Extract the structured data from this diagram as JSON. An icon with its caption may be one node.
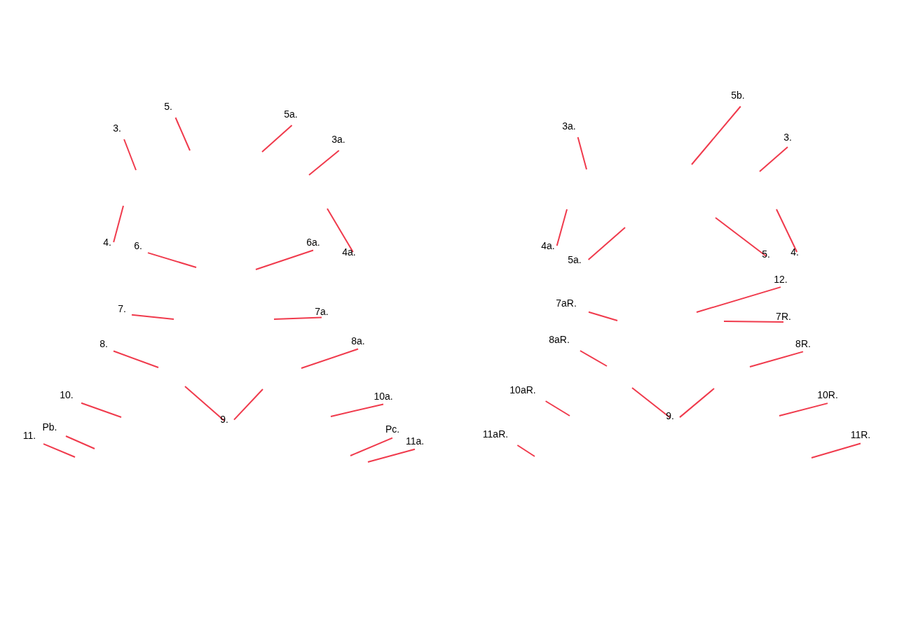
{
  "diagram": {
    "nodes": [
      {
        "text": [
          "5."
        ]
      },
      {
        "text": [
          "5a."
        ]
      },
      {
        "text": [
          "3."
        ]
      },
      {
        "text": [
          "3a."
        ]
      },
      {
        "text": [
          "4."
        ]
      },
      {
        "text": [
          "6."
        ]
      },
      {
        "text": [
          "6a."
        ]
      },
      {
        "text": [
          "4a."
        ]
      },
      {
        "text": [
          "7."
        ]
      },
      {
        "text": [
          "7a."
        ]
      },
      {
        "text": [
          "8."
        ]
      },
      {
        "text": [
          "8a."
        ]
      },
      {
        "text": [
          "10."
        ]
      },
      {
        "text": [
          "10a."
        ]
      },
      {
        "text": [
          "9."
        ]
      },
      {
        "text": [
          "Pb."
        ]
      },
      {
        "text": [
          "Pc."
        ]
      },
      {
        "text": [
          "11."
        ]
      },
      {
        "text": [
          "11a."
        ]
      },
      {
        "text": [
          "5b."
        ]
      },
      {
        "text": [
          "3a."
        ]
      },
      {
        "text": [
          "3."
        ]
      },
      {
        "text": [
          "4a."
        ]
      },
      {
        "text": [
          "5."
        ]
      },
      {
        "text": [
          "4."
        ]
      },
      {
        "text": [
          "5a."
        ]
      },
      {
        "text": [
          "12."
        ]
      },
      {
        "text": [
          "7aR."
        ]
      },
      {
        "text": [
          "7R."
        ]
      },
      {
        "text": [
          "8aR."
        ]
      },
      {
        "text": [
          "8R."
        ]
      },
      {
        "text": [
          "10aR."
        ]
      },
      {
        "text": [
          "10R."
        ]
      },
      {
        "text": [
          "9."
        ]
      },
      {
        "text": [
          "11aR."
        ]
      },
      {
        "text": [
          "11R."
        ]
      }
    ],
    "edges": [
      {
        "from": 0,
        "to": null,
        "arrow": "none"
      },
      {
        "from": 1,
        "to": null,
        "arrow": "none"
      },
      {
        "from": 2,
        "to": null,
        "arrow": "none"
      },
      {
        "from": 3,
        "to": null,
        "arrow": "none"
      },
      {
        "from": 4,
        "to": null,
        "arrow": "none"
      },
      {
        "from": 5,
        "to": null,
        "arrow": "none"
      },
      {
        "from": 6,
        "to": null,
        "arrow": "none"
      },
      {
        "from": 7,
        "to": null,
        "arrow": "none"
      },
      {
        "from": 8,
        "to": null,
        "arrow": "none"
      },
      {
        "from": 9,
        "to": null,
        "arrow": "none"
      },
      {
        "from": 10,
        "to": null,
        "arrow": "none"
      },
      {
        "from": 11,
        "to": null,
        "arrow": "none"
      },
      {
        "from": 12,
        "to": null,
        "arrow": "none"
      },
      {
        "from": 13,
        "to": null,
        "arrow": "none"
      },
      {
        "from": 14,
        "to": null,
        "arrow": "none"
      },
      {
        "from": 14,
        "to": null,
        "arrow": "none"
      },
      {
        "from": 15,
        "to": null,
        "arrow": "none"
      },
      {
        "from": 16,
        "to": null,
        "arrow": "none"
      },
      {
        "from": 17,
        "to": null,
        "arrow": "none"
      },
      {
        "from": 18,
        "to": null,
        "arrow": "none"
      },
      {
        "from": 19,
        "to": null,
        "arrow": "none"
      },
      {
        "from": 20,
        "to": null,
        "arrow": "none"
      },
      {
        "from": 21,
        "to": null,
        "arrow": "none"
      },
      {
        "from": 22,
        "to": null,
        "arrow": "none"
      },
      {
        "from": 23,
        "to": null,
        "arrow": "none"
      },
      {
        "from": 24,
        "to": null,
        "arrow": "none"
      },
      {
        "from": 25,
        "to": null,
        "arrow": "none"
      },
      {
        "from": 26,
        "to": null,
        "arrow": "none"
      },
      {
        "from": 27,
        "to": null,
        "arrow": "none"
      },
      {
        "from": 28,
        "to": null,
        "arrow": "none"
      },
      {
        "from": 29,
        "to": null,
        "arrow": "none"
      },
      {
        "from": 30,
        "to": null,
        "arrow": "none"
      },
      {
        "from": 31,
        "to": null,
        "arrow": "none"
      },
      {
        "from": 32,
        "to": null,
        "arrow": "none"
      },
      {
        "from": 33,
        "to": null,
        "arrow": "none"
      },
      {
        "from": 33,
        "to": null,
        "arrow": "none"
      },
      {
        "from": 34,
        "to": null,
        "arrow": "none"
      },
      {
        "from": 35,
        "to": null,
        "arrow": "none"
      }
    ]
  }
}
